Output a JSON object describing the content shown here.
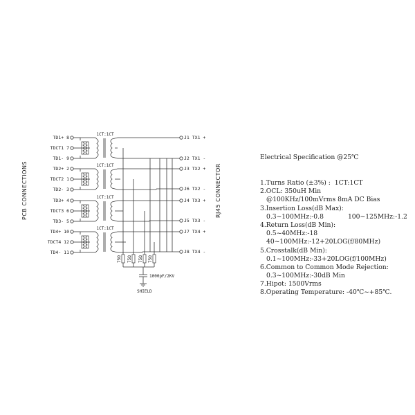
{
  "labels": {
    "pcb_connections": "PCB CONNECTIONS",
    "rj45_connector": "RJ45 CONNECTOR",
    "capacitor": "1000pF/2KV",
    "shield": "SHIELD",
    "resistor": "75Ω"
  },
  "channels": [
    {
      "ratio": "1CT:1CT",
      "left_pins": [
        "TD1+ 8",
        "TDCT1 7",
        "TD1- 9"
      ],
      "right_top": "J1  TX1 +",
      "right_bot": "J2  TX1 -"
    },
    {
      "ratio": "1CT:1CT",
      "left_pins": [
        "TD2+ 2",
        "TDCT2 1",
        "TD2- 3"
      ],
      "right_top": "J3  TX2 +",
      "right_bot": "J6  TX2 -"
    },
    {
      "ratio": "1CT:1CT",
      "left_pins": [
        "TD3+ 4",
        "TDCT3 6",
        "TD3- 5"
      ],
      "right_top": "J4  TX3 +",
      "right_bot": "J5  TX3 -"
    },
    {
      "ratio": "1CT:1CT",
      "left_pins": [
        "TD4+ 10",
        "TDCT4 12",
        "TD4- 11"
      ],
      "right_top": "J7  TX4 +",
      "right_bot": "J8  TX4 -"
    }
  ],
  "spec": {
    "title": "Electrical Specification @25℃",
    "lines": [
      {
        "text": "1.Turns Ratio (±3%) :  1CT:1CT",
        "indent": false
      },
      {
        "text": "2.OCL: 350uH Min",
        "indent": false
      },
      {
        "text": "@100KHz/100mVrms 8mA DC Bias",
        "indent": true
      },
      {
        "text": "3.Insertion Loss(dB Max):",
        "indent": false
      },
      {
        "text": "0.3~100MHz:-0.8            100~125MHz:-1.2",
        "indent": true
      },
      {
        "text": "4.Return Loss(dB Min):",
        "indent": false
      },
      {
        "text": "0.5~40MHz:-18",
        "indent": true
      },
      {
        "text": "40~100MHz:-12+20LOG(f/80MHz)",
        "indent": true
      },
      {
        "text": "5.Crosstalk(dB Min):",
        "indent": false
      },
      {
        "text": "0.1~100MHz:-33+20LOG(f/100MHz)",
        "indent": true
      },
      {
        "text": "6.Common to Common Mode Rejection:",
        "indent": false
      },
      {
        "text": "0.3~100MHz:-30dB Min",
        "indent": true
      },
      {
        "text": "7.Hipot: 1500Vrms",
        "indent": false
      },
      {
        "text": "8.Operating Temperature: -40℃~+85℃.",
        "indent": false
      }
    ]
  }
}
